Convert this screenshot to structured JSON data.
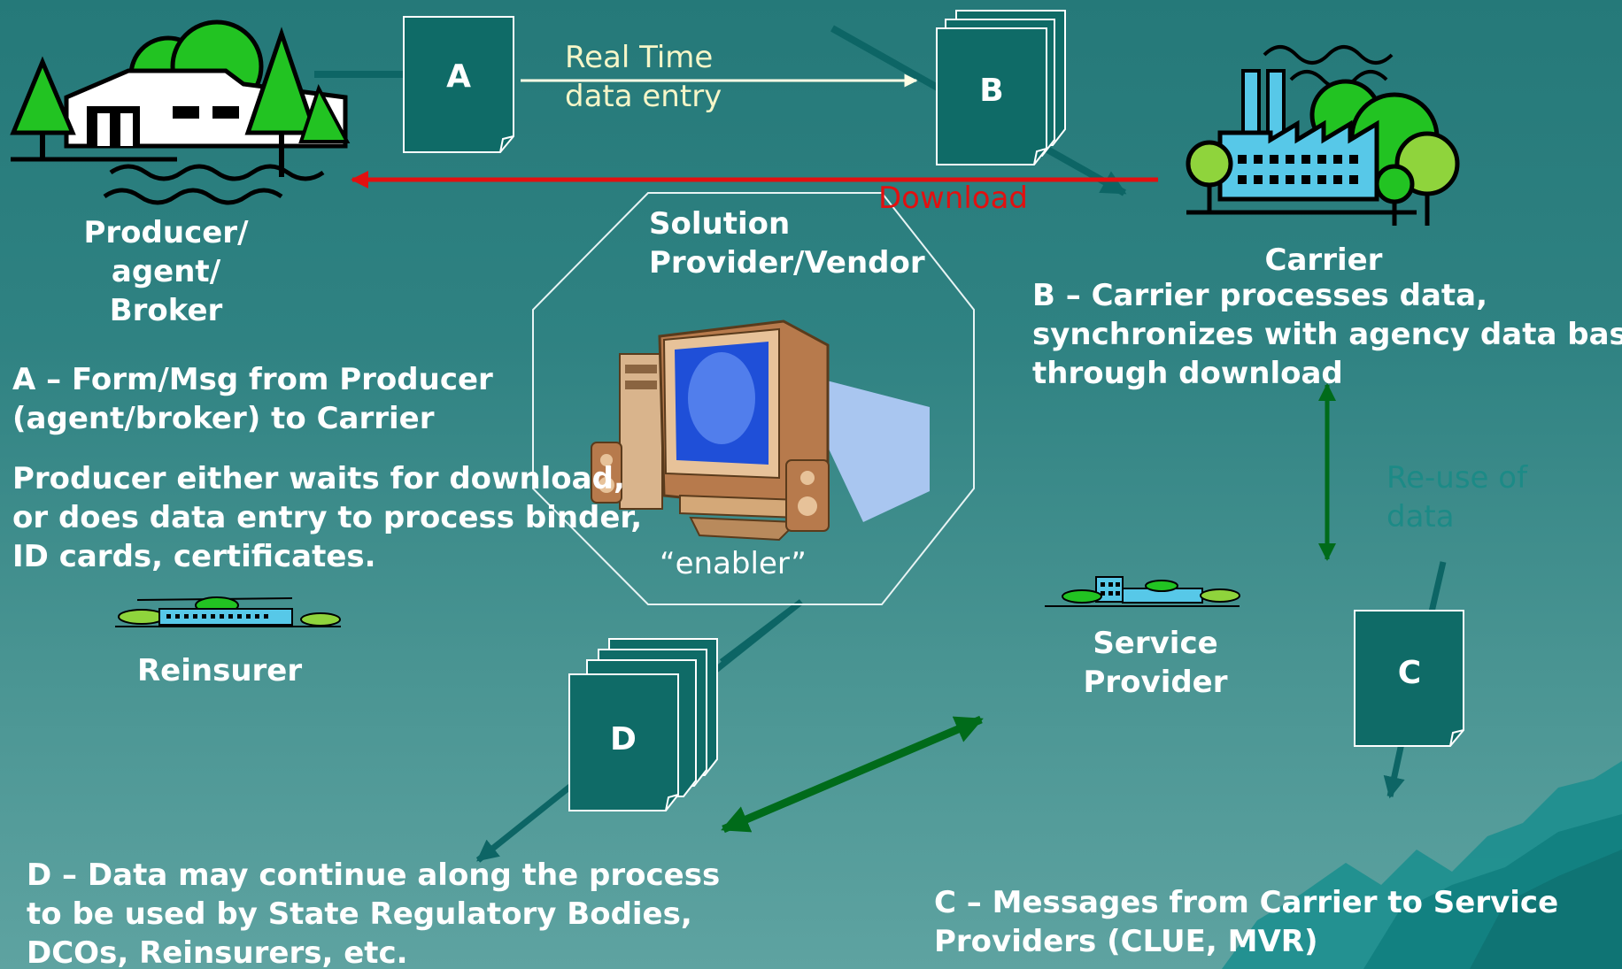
{
  "nodes": {
    "producer": "Producer/\nagent/\nBroker",
    "carrier": "Carrier",
    "solution_provider": "Solution\nProvider/Vendor",
    "enabler": "“enabler”",
    "reinsurer": "Reinsurer",
    "service_provider": "Service\nProvider"
  },
  "documents": {
    "a": "A",
    "b": "B",
    "c": "C",
    "d": "D"
  },
  "arrows": {
    "real_time": "Real Time\ndata entry",
    "download": "Download",
    "reuse": "Re-use of\ndata"
  },
  "descriptions": {
    "a": "A – Form/Msg from Producer\n(agent/broker) to Carrier",
    "producer_wait": "Producer either waits for download,\nor does data entry to process binder,\nID cards, certificates.",
    "b": "B – Carrier processes data,\nsynchronizes with agency data base\nthrough download",
    "c": "C – Messages from Carrier to Service\nProviders (CLUE, MVR)",
    "d": "D – Data may continue along the process\nto be used by State Regulatory Bodies,\nDCOs, Reinsurers, etc."
  },
  "colors": {
    "background_top": "#257979",
    "background_bottom": "#5ea3a1",
    "document_fill": "#0f6b67",
    "download_arrow": "#e21010",
    "green_arrow": "#006b1a",
    "reuse_text": "#1c8a86",
    "tree_green": "#22c322"
  },
  "icons": {
    "producer": "house-with-trees-icon",
    "carrier": "factory-icon",
    "computer": "computer-icon",
    "reinsurer": "building-icon",
    "service_provider": "building-icon"
  }
}
